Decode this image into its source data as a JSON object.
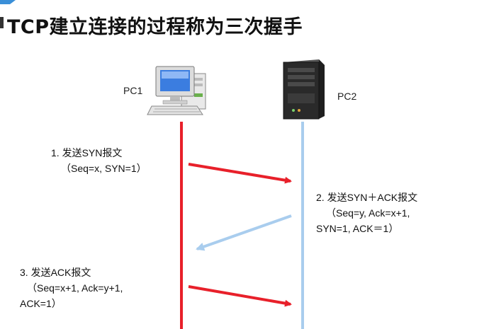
{
  "title": "TCP建立连接的过程称为三次握手",
  "nodes": {
    "pc1": {
      "label": "PC1",
      "icon": "desktop-computer-icon"
    },
    "pc2": {
      "label": "PC2",
      "icon": "server-tower-icon"
    }
  },
  "steps": [
    {
      "line1": "1. 发送SYN报文",
      "line2": "（Seq=x, SYN=1）",
      "direction": "PC1 → PC2"
    },
    {
      "line1": "2. 发送SYN＋ACK报文",
      "line2": "（Seq=y, Ack=x+1,",
      "line3": "SYN=1, ACK＝1）",
      "direction": "PC2 → PC1"
    },
    {
      "line1": "3.  发送ACK报文",
      "line2": "（Seq=x+1, Ack=y+1,",
      "line3": "ACK=1）",
      "direction": "PC1 → PC2"
    }
  ],
  "colors": {
    "pc1_line": "#e8202a",
    "pc2_line": "#a9cdee",
    "forward_arrow": "#e8202a",
    "reply_arrow": "#a9cdee"
  }
}
